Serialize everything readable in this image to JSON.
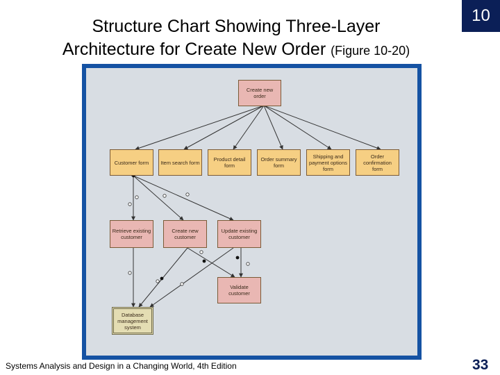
{
  "slide": {
    "title_line1": "Structure Chart Showing Three-Layer",
    "title_line2": "Architecture for Create New Order",
    "title_figure": "(Figure 10-20)",
    "chapter": "10",
    "footer": "Systems Analysis and Design in a Changing World, 4th Edition",
    "page_number": "33"
  },
  "diagram": {
    "root": "Create new order",
    "view_layer": [
      "Customer form",
      "Item search form",
      "Product detail form",
      "Order summary form",
      "Shipping and payment options form",
      "Order confirmation form"
    ],
    "domain_layer": [
      "Retrieve existing customer",
      "Create new customer",
      "Update existing customer",
      "Validate customer"
    ],
    "data_layer": "Database management system"
  },
  "colors": {
    "view": "#f6cf83",
    "domain": "#e9b7b3",
    "data": "#e4ddb3",
    "panel_border": "#1552a3",
    "chapter_box": "#0b1f57"
  }
}
